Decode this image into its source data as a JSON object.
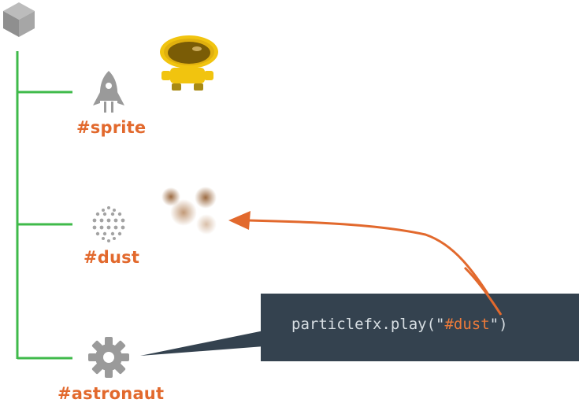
{
  "diagram": {
    "labels": {
      "sprite": "#sprite",
      "dust": "#dust",
      "astronaut": "#astronaut"
    },
    "code": {
      "prefix": "particlefx.play(\"",
      "highlight": "#dust",
      "suffix": "\")"
    },
    "icons": {
      "root": "game-object-cube-icon",
      "sprite": "rocket-icon",
      "dust": "particle-dots-icon",
      "astronaut": "gear-icon",
      "sprite_preview": "astronaut-sprite-icon",
      "dust_preview": "dust-particles-icon"
    },
    "colors": {
      "tree": "#3fba4a",
      "label": "#e2692d",
      "arrow": "#e2692d",
      "code_bg": "#34424f",
      "icon_gray": "#9a9a9a"
    }
  }
}
